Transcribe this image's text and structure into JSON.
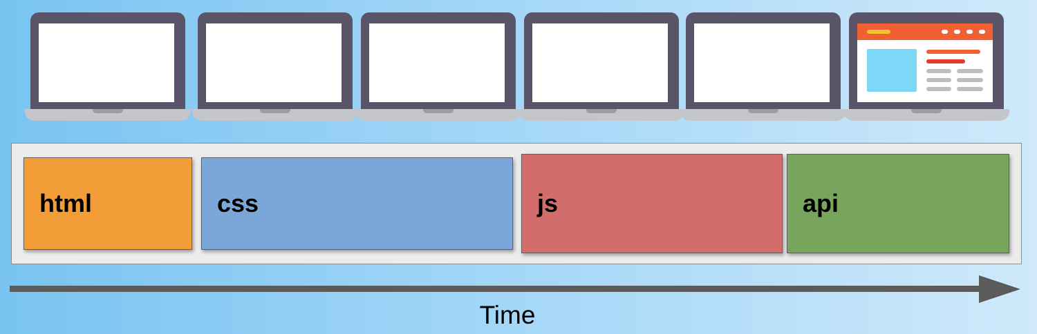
{
  "stages": [
    {
      "label": "html",
      "color": "#f29d38"
    },
    {
      "label": "css",
      "color": "#7ba7d8"
    },
    {
      "label": "js",
      "color": "#d36d6c"
    },
    {
      "label": "api",
      "color": "#78a55c"
    }
  ],
  "axis": {
    "label": "Time"
  },
  "laptops": {
    "count": 6,
    "rendered_page_on": "last"
  },
  "colors": {
    "laptop_body": "#5a5468",
    "page_header": "#f06033",
    "page_image": "#7dd8f8"
  }
}
